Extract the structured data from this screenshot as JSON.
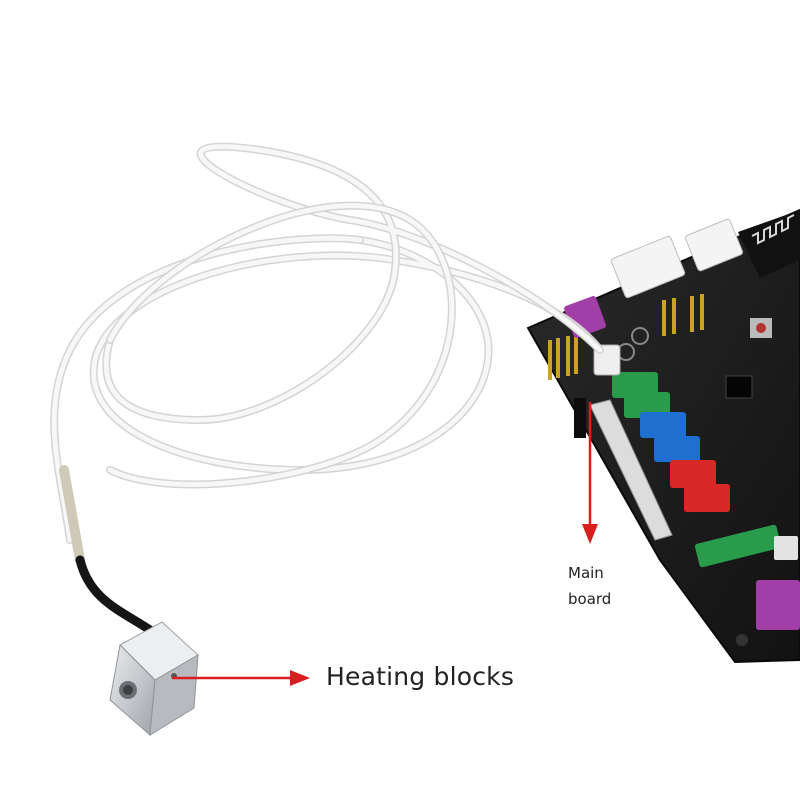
{
  "labels": {
    "heating_blocks": "Heating blocks",
    "main_board_line1": "Main",
    "main_board_line2": "board"
  },
  "colors": {
    "arrow": "#d81e1e",
    "cable": "#f2f2f2",
    "pcb": "#1a1a1a",
    "connector_green": "#2a9b4a",
    "connector_blue": "#1f6fd1",
    "connector_red": "#d82828",
    "connector_purple": "#a13ea8",
    "aluminium_block": "#c9ccd0"
  }
}
